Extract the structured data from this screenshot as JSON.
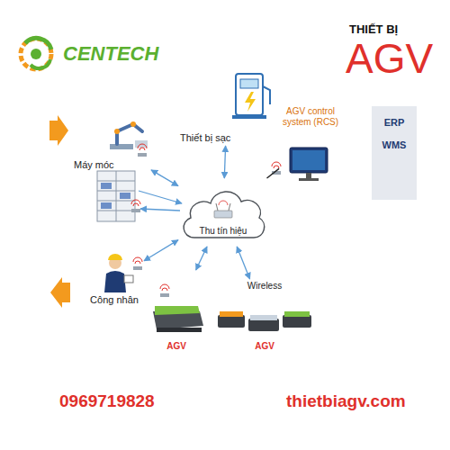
{
  "diagram": {
    "nodes": [
      {
        "text": [
          "Máy móc"
        ]
      },
      {
        "text": [
          "Thiết bị sạc"
        ]
      },
      {
        "text": [
          "AGV control system (RCS)"
        ]
      },
      {
        "text": [
          "Thu tín hiệu"
        ]
      },
      {
        "text": [
          "Công nhân"
        ]
      },
      {
        "text": [
          "AGV"
        ]
      },
      {
        "text": [
          "Wireless",
          "AGV"
        ]
      },
      {
        "text": [
          "ERP",
          "WMS"
        ]
      }
    ],
    "edges": [
      {
        "from": 0,
        "to": 3,
        "arrow": "both"
      },
      {
        "from": 1,
        "to": 3,
        "arrow": "both"
      },
      {
        "from": 2,
        "to": 3,
        "arrow": "none"
      },
      {
        "from": 4,
        "to": 3,
        "arrow": "both"
      },
      {
        "from": 5,
        "to": 3,
        "arrow": "both"
      },
      {
        "from": 6,
        "to": 3,
        "arrow": "both"
      }
    ],
    "labels": [
      "CENTECH",
      "THIẾT BỊ",
      "AGV",
      "0969719828",
      "thietbiagv.com"
    ]
  }
}
